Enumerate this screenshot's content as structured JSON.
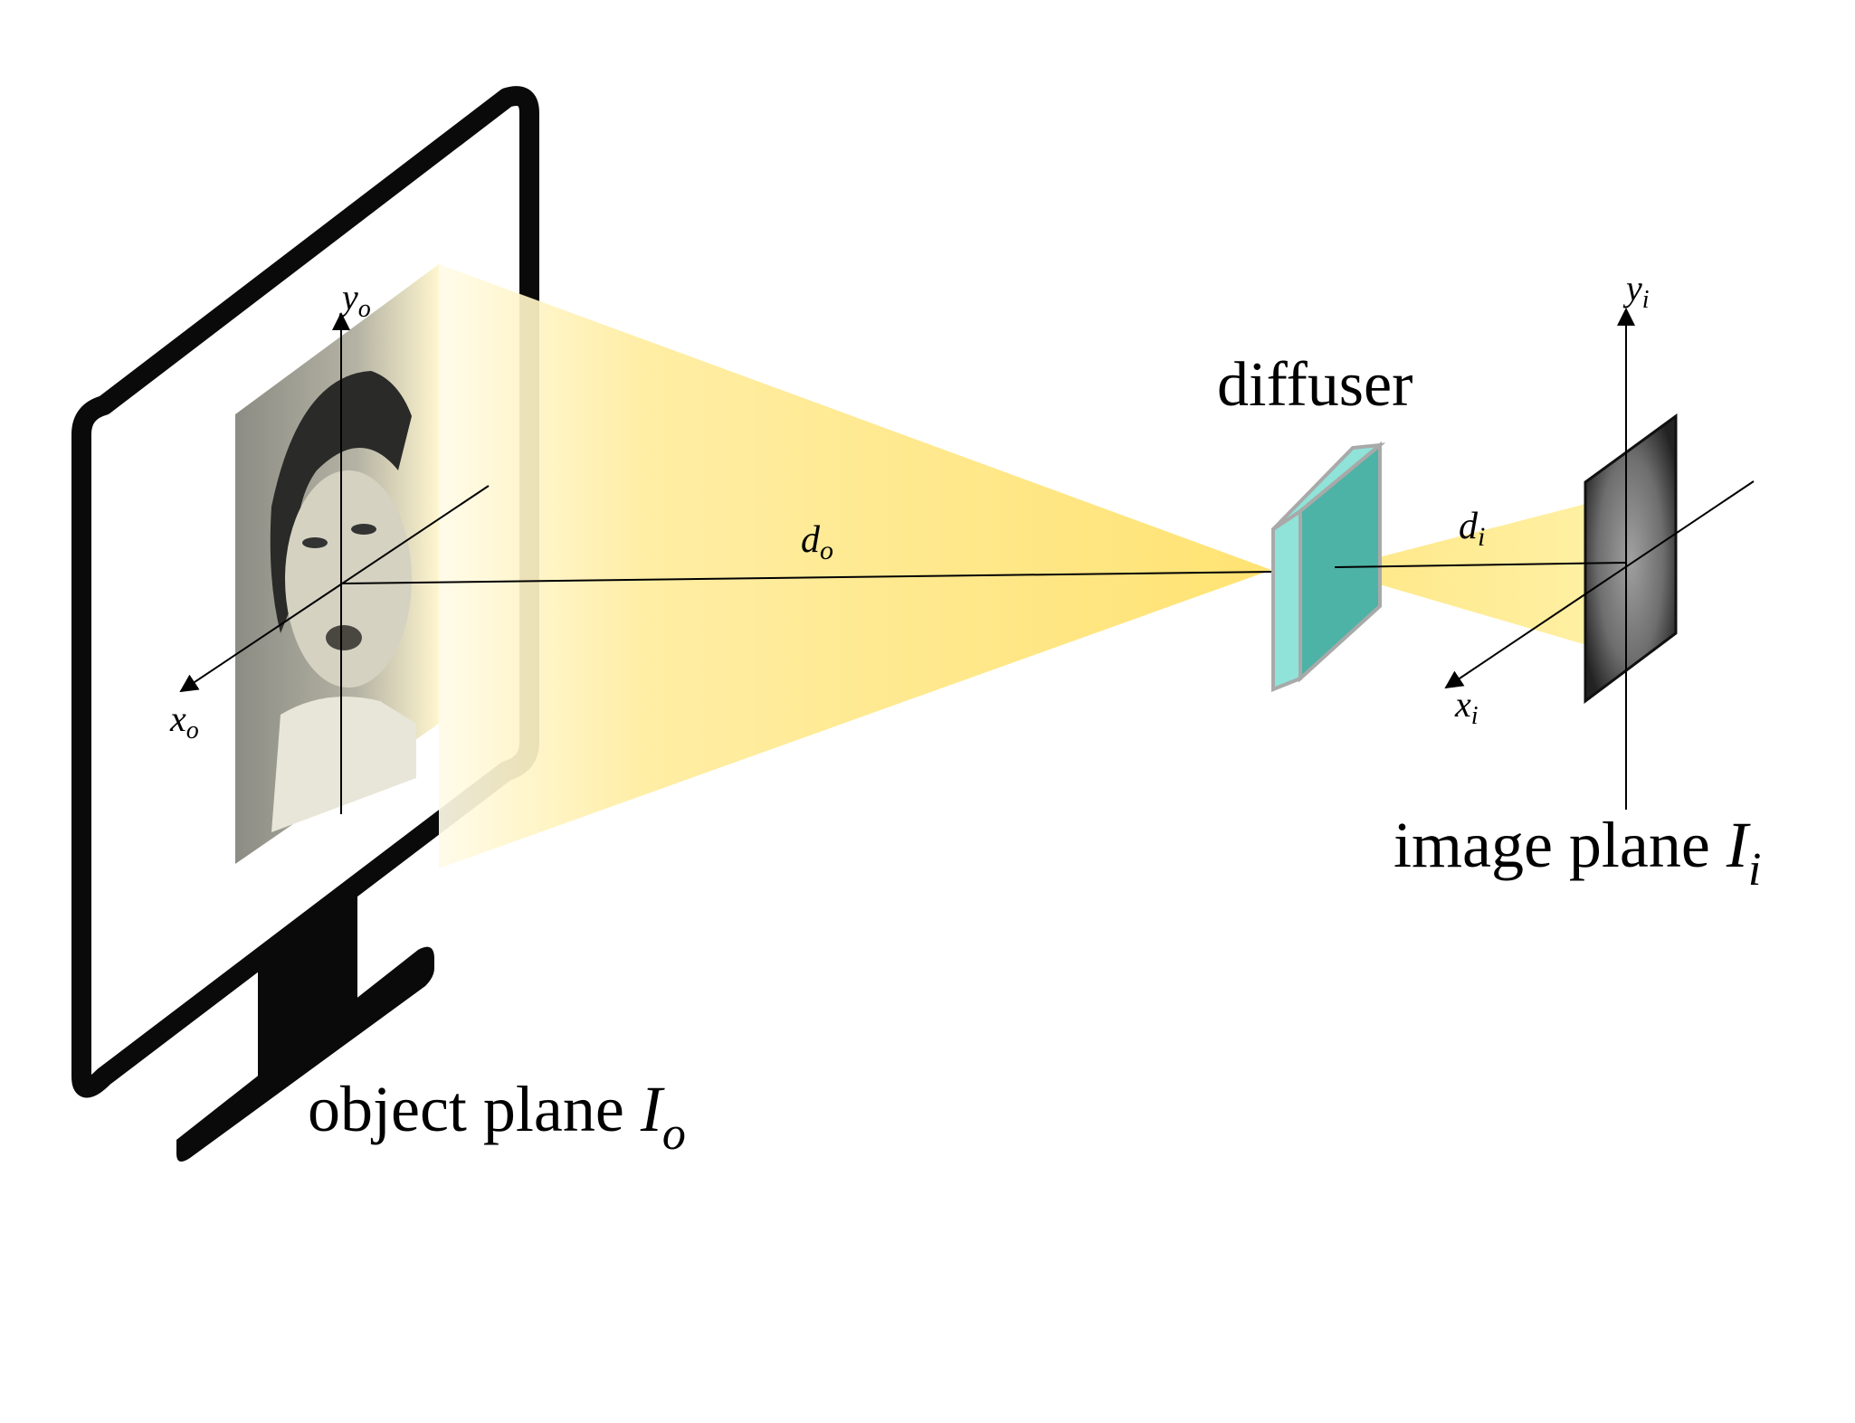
{
  "labels": {
    "diffuser": "diffuser",
    "object_plane": {
      "text": "object plane ",
      "symbol": "I",
      "sub": "o"
    },
    "image_plane": {
      "text": "image plane ",
      "symbol": "I",
      "sub": "i"
    },
    "d_o": {
      "symbol": "d",
      "sub": "o"
    },
    "d_i": {
      "symbol": "d",
      "sub": "i"
    },
    "x_o": {
      "symbol": "x",
      "sub": "o"
    },
    "y_o": {
      "symbol": "y",
      "sub": "o"
    },
    "x_i": {
      "symbol": "x",
      "sub": "i"
    },
    "y_i": {
      "symbol": "y",
      "sub": "i"
    }
  },
  "colors": {
    "light_beam": "#ffe680",
    "diffuser_face": "#4db3a6",
    "diffuser_edge": "#8fe3d8",
    "diffuser_border": "#a9a9a9",
    "monitor": "#0a0a0a",
    "axis": "#000000"
  },
  "icons": {
    "monitor": "monitor-icon",
    "face_image": "face-photo",
    "speckle_image": "speckle-pattern"
  }
}
